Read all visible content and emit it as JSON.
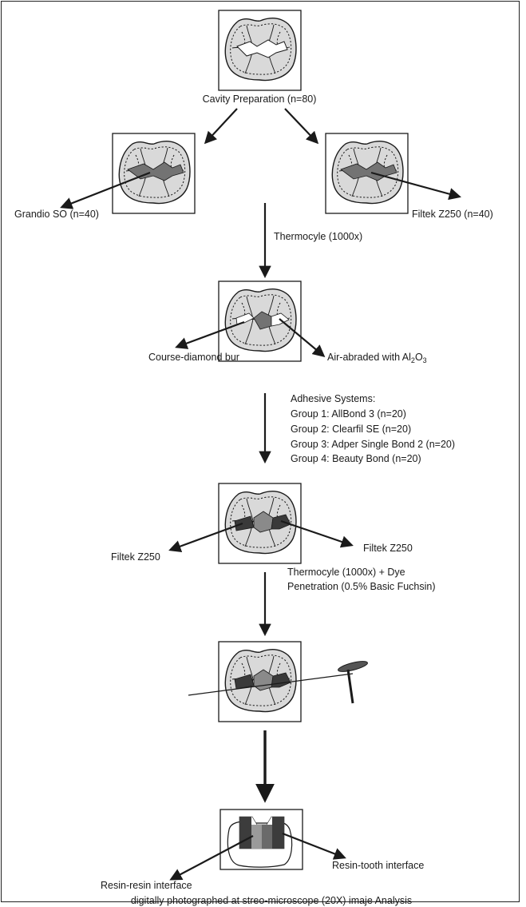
{
  "labels": {
    "cavity_prep": "Cavity Preparation (n=80)",
    "grandio": "Grandio SO (n=40)",
    "filtek_top": "Filtek Z250 (n=40)",
    "thermocycle1": "Thermocyle (1000x)",
    "diamond_bur": "Course-diamond bur",
    "air_abraded_prefix": "Air-abraded with Al",
    "air_abraded_sub2": "2",
    "air_abraded_mid": "O",
    "air_abraded_sub3": "3",
    "adhesive_title": "Adhesive Systems:",
    "group1": "Group 1: AllBond 3 (n=20)",
    "group2": "Group 2: Clearfil SE (n=20)",
    "group3": "Group 3: Adper Single Bond 2 (n=20)",
    "group4": "Group 4: Beauty Bond (n=20)",
    "filtek_left": "Filtek Z250",
    "filtek_right": "Filtek Z250",
    "thermo_dye_line1": "Thermocyle (1000x) + Dye",
    "thermo_dye_line2": "Penetration (0.5% Basic Fuchsin)",
    "resin_resin": "Resin-resin interface",
    "resin_tooth": "Resin-tooth interface",
    "footer": "digitally photographed at streo-microscope (20X) imaje Analysis"
  }
}
